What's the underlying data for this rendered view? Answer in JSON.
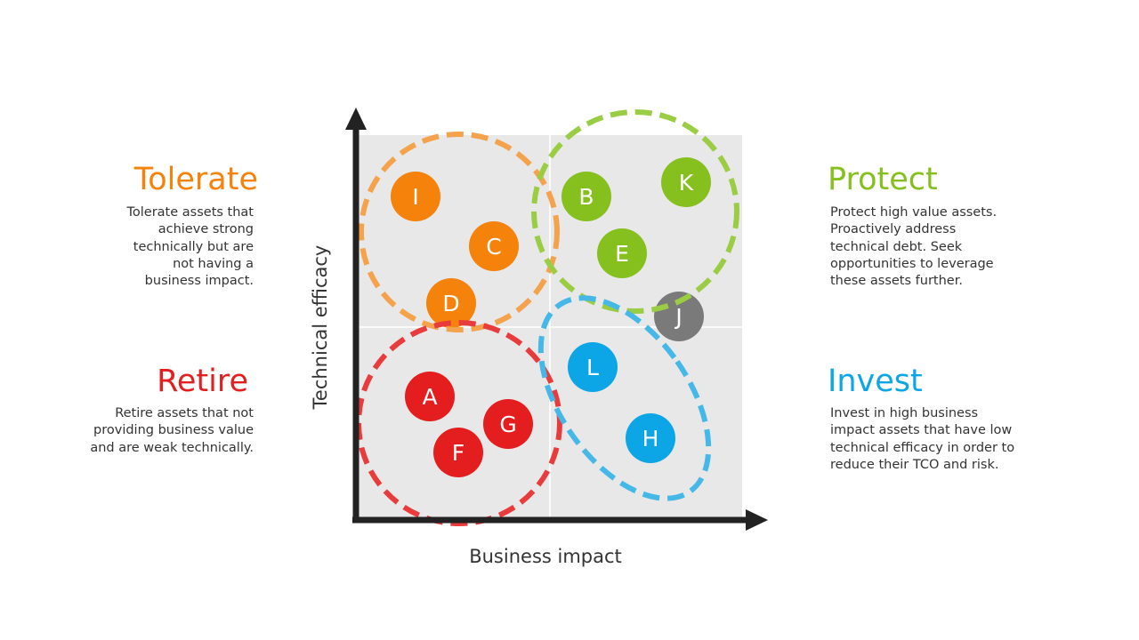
{
  "quadrants": {
    "tolerate": {
      "title": "Tolerate",
      "color": "#F5820B",
      "lines": [
        "Tolerate assets that",
        "achieve strong",
        "technically but are",
        "not having a",
        "business impact."
      ]
    },
    "protect": {
      "title": "Protect",
      "color": "#85C01E",
      "lines": [
        "Protect high value assets.",
        "Proactively address",
        "technical debt.  Seek",
        "opportunities to leverage",
        "these assets further."
      ]
    },
    "retire": {
      "title": "Retire",
      "color": "#E41E1E",
      "lines": [
        "Retire assets that not",
        "providing business value",
        "and are weak technically."
      ]
    },
    "invest": {
      "title": "Invest",
      "color": "#0CA5E5",
      "lines": [
        "Invest in high business",
        "impact assets that have low",
        "technical efficacy in order to",
        "reduce their TCO and risk."
      ]
    }
  },
  "axes": {
    "x_label": "Business impact",
    "y_label": "Technical efficacy"
  },
  "assets": [
    {
      "label": "I",
      "group": "tolerate"
    },
    {
      "label": "C",
      "group": "tolerate"
    },
    {
      "label": "D",
      "group": "tolerate"
    },
    {
      "label": "B",
      "group": "protect"
    },
    {
      "label": "K",
      "group": "protect"
    },
    {
      "label": "E",
      "group": "protect"
    },
    {
      "label": "J",
      "group": "other"
    },
    {
      "label": "L",
      "group": "invest"
    },
    {
      "label": "H",
      "group": "invest"
    },
    {
      "label": "A",
      "group": "retire"
    },
    {
      "label": "G",
      "group": "retire"
    },
    {
      "label": "F",
      "group": "retire"
    }
  ],
  "colors": {
    "tolerate": "#F5820B",
    "protect": "#85C01E",
    "retire": "#E41E1E",
    "invest": "#0CA5E5",
    "other": "#7A7A7A",
    "tolerate_ring": "#F4A24C",
    "protect_ring": "#9ACD43",
    "retire_ring": "#E83C3C",
    "invest_ring": "#45B8E8",
    "grid_bg": "#E8E8E8",
    "axis": "#222222"
  }
}
